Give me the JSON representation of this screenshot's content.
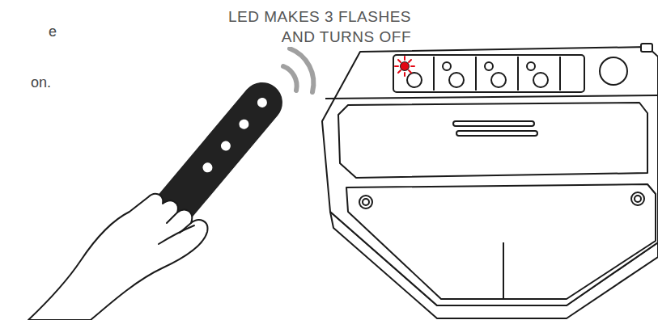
{
  "diagram": {
    "labels": [
      "e",
      "on.",
      "LED MAKES 3 FLASHES AND TURNS OFF"
    ]
  }
}
